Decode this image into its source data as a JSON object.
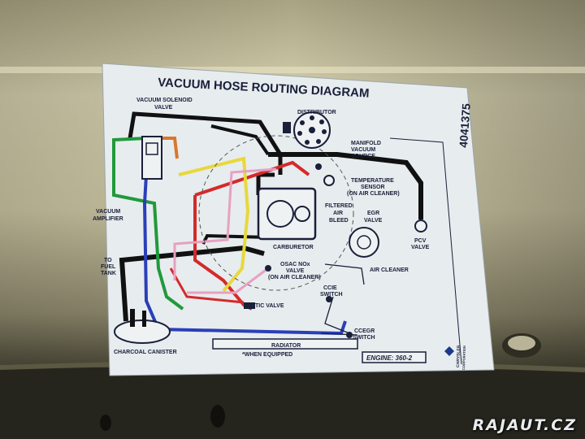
{
  "sticker": {
    "title": "VACUUM HOSE ROUTING DIAGRAM",
    "part_number": "4041375",
    "brand": "CHRYSLER",
    "brand_sub": "CORPORATION",
    "labels": {
      "vacuum_solenoid_valve": [
        "VACUUM SOLENOID",
        "VALVE"
      ],
      "distributor": "DISTRIBUTOR",
      "manifold_vacuum_source": [
        "MANIFOLD",
        "VACUUM",
        "SOURCE"
      ],
      "temperature_sensor": [
        "TEMPERATURE",
        "SENSOR",
        "(ON AIR CLEANER)"
      ],
      "vacuum_amplifier": [
        "VACUUM",
        "AMPLIFIER"
      ],
      "filtered_air_bleed": [
        "FILTERED",
        "AIR",
        "BLEED"
      ],
      "egr_valve": [
        "EGR",
        "VALVE"
      ],
      "pcv_valve": [
        "PCV",
        "VALVE"
      ],
      "to_fuel_tank": [
        "TO",
        "FUEL",
        "TANK"
      ],
      "carburetor": "CARBURETOR",
      "osac_valve": [
        "OSAC NOx",
        "VALVE",
        "(ON AIR CLEANER)"
      ],
      "air_cleaner": "AIR CLEANER",
      "ccie_switch": [
        "CCIE",
        "SWITCH"
      ],
      "tic_valve": "TIC VALVE",
      "charcoal_canister": "CHARCOAL CANISTER",
      "radiator": "RADIATOR",
      "when_equipped": "*WHEN EQUIPPED",
      "ccegr_switch": [
        "CCEGR",
        "SWITCH"
      ],
      "engine": "ENGINE: 360-2"
    }
  },
  "watermark": "RAJAUT.CZ",
  "colors": {
    "body_panel": "#c8c2a0",
    "sticker_bg": "#eef2f3",
    "ink": "#1a1f3a",
    "hose_black": "#111111",
    "hose_red": "#d42a2a",
    "hose_blue": "#2a3fb8",
    "hose_green": "#1f9a3a",
    "hose_yellow": "#e8d83a",
    "hose_pink": "#e8a0c0",
    "hose_orange": "#d8782a"
  }
}
